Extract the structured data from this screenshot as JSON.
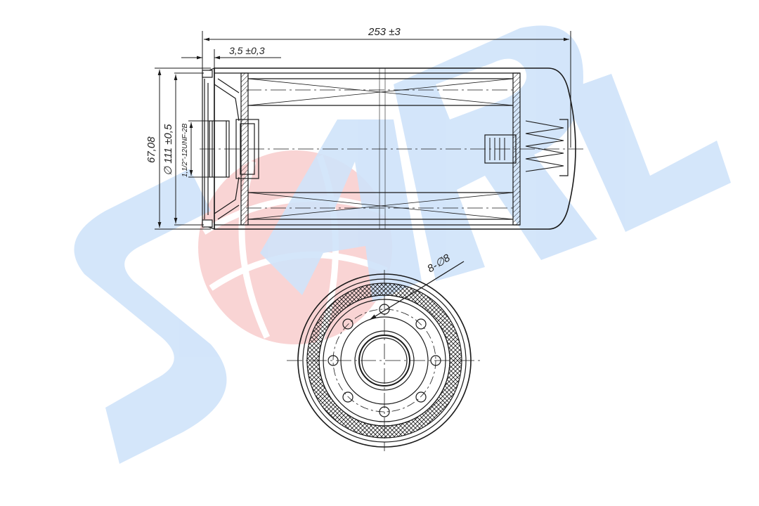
{
  "colors": {
    "line": "#1a1a1a",
    "watermark_blue": "#cfe3fa",
    "watermark_red": "#f7c6c6"
  },
  "watermark": {
    "text": "SARL"
  },
  "dimensions": {
    "overall_length": "253 ±3",
    "gasket_offset": "3,5 ±0,3",
    "outer_diameter": "∅ 111 ±0,5",
    "gasket_diameter": "67,08",
    "thread": "1,1/2\"-12UNF-2B",
    "holes": "8-∅8"
  }
}
